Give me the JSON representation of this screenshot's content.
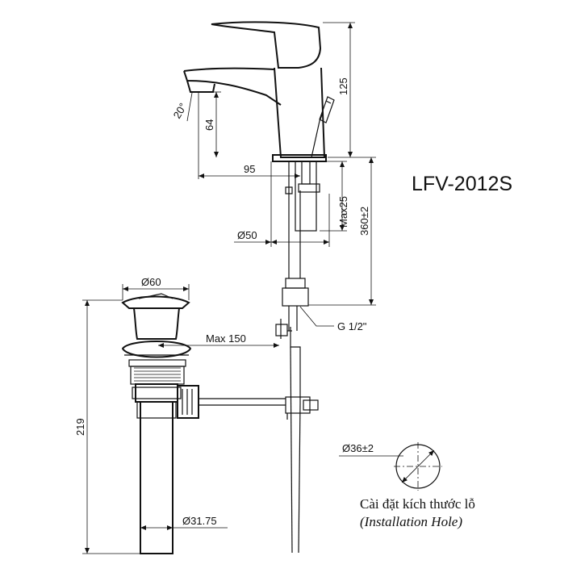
{
  "model": "LFV-2012S",
  "dimensions": {
    "height_125": "125",
    "spout_64": "64",
    "angle_20": "20°",
    "reach_95": "95",
    "max25": "Max25",
    "length_360": "360±2",
    "dia_50": "Ø50",
    "thread": "G 1/2\"",
    "dia_60": "Ø60",
    "max150": "Max 150",
    "height_219": "219",
    "dia_31_75": "Ø31.75",
    "hole_dia": "Ø36±2"
  },
  "installation": {
    "label_vi": "Cài đặt kích thước lỗ",
    "label_en": "(Installation Hole)"
  }
}
